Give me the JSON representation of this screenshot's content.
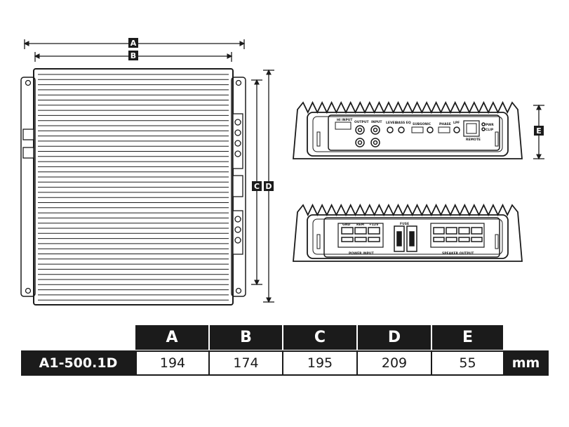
{
  "dimension_labels": [
    "A",
    "B",
    "C",
    "D",
    "E"
  ],
  "front_panel": {
    "hi_input": "HI INPUT",
    "output": "OUTPUT",
    "input": "INPUT",
    "level": "LEVEL",
    "bass_eq": "BASS EQ",
    "subsonic": "SUBSONIC",
    "phase": "PHASE",
    "lpf": "LPF",
    "remote": "REMOTE",
    "power": "PWR",
    "clip": "CLIP"
  },
  "rear_panel": {
    "gnd": "GND",
    "rem": "REM",
    "plus12v": "+12V",
    "power_input": "POWER INPUT",
    "fuse": "FUSE",
    "speaker_output": "SPEAKER OUTPUT"
  },
  "table": {
    "model": "A1-500.1D",
    "unit": "mm",
    "columns": [
      {
        "label": "A",
        "value": "194"
      },
      {
        "label": "B",
        "value": "174"
      },
      {
        "label": "C",
        "value": "195"
      },
      {
        "label": "D",
        "value": "209"
      },
      {
        "label": "E",
        "value": "55"
      }
    ]
  }
}
